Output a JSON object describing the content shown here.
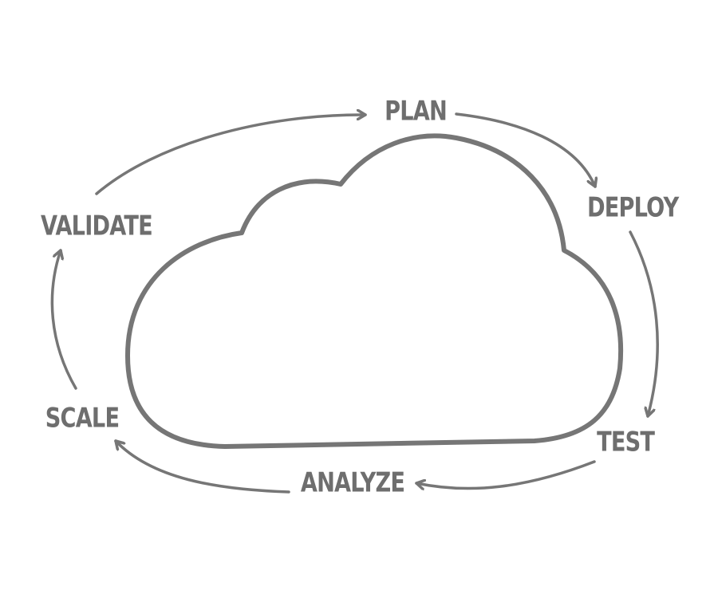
{
  "colors": {
    "stroke": "#767676",
    "text": "#6e6e6e",
    "background": "#ffffff"
  },
  "steps": [
    {
      "id": "plan",
      "label": "PLAN"
    },
    {
      "id": "deploy",
      "label": "DEPLOY"
    },
    {
      "id": "test",
      "label": "TEST"
    },
    {
      "id": "analyze",
      "label": "ANALYZE"
    },
    {
      "id": "scale",
      "label": "SCALE"
    },
    {
      "id": "validate",
      "label": "VALIDATE"
    }
  ],
  "center_icon": "cloud-icon"
}
